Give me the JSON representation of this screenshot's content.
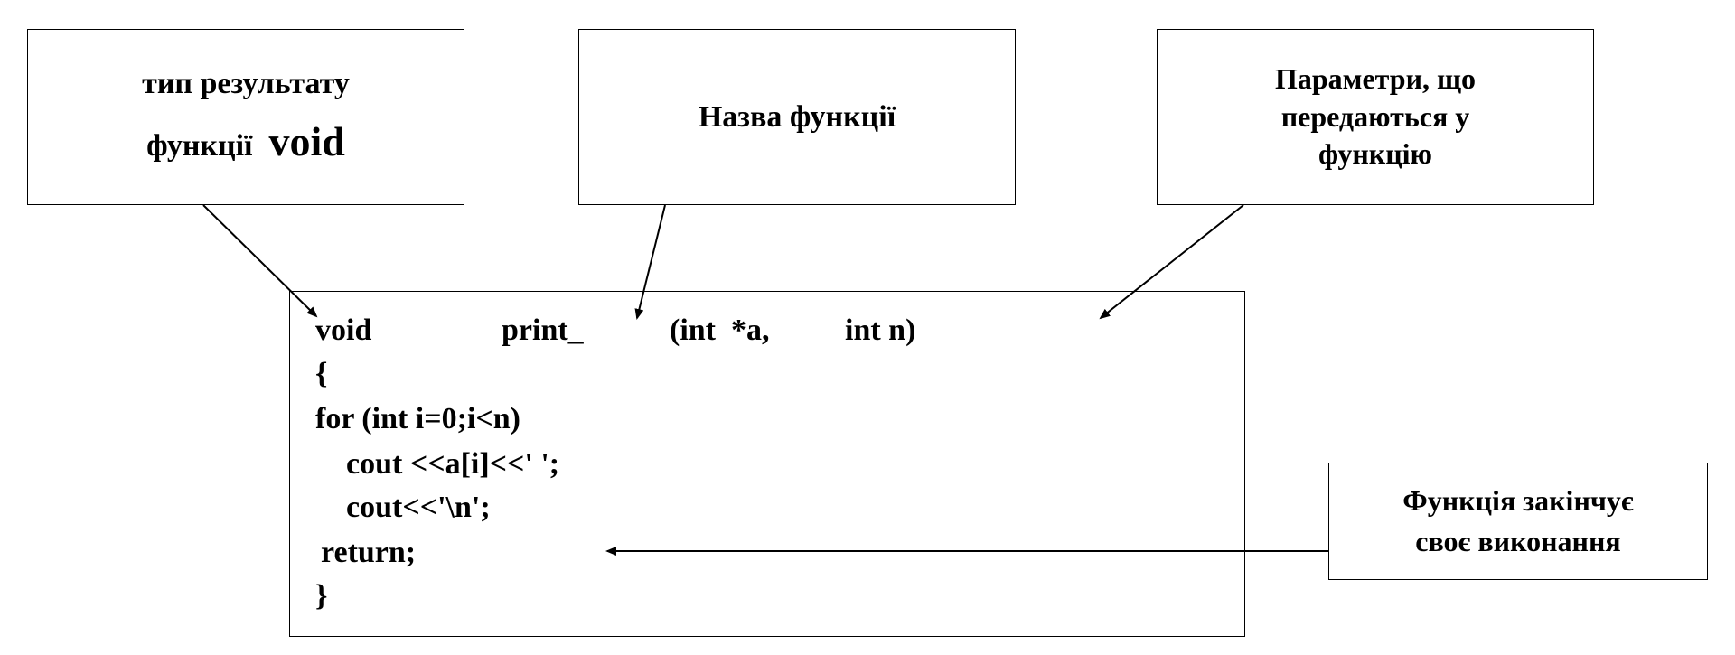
{
  "boxes": {
    "return_type": {
      "line1": "тип результату",
      "line2_prefix": "функції",
      "line2_keyword": "void"
    },
    "function_name": {
      "label": "Назва функції"
    },
    "parameters": {
      "line1": "Параметри, що",
      "line2": "передаються у",
      "line3": "функцію"
    },
    "return_note": {
      "line1": "Функція закінчує",
      "line2": "своє виконання"
    }
  },
  "code": {
    "decl_type": "void",
    "decl_name": "print_",
    "decl_param1": "(int  *a,",
    "decl_param2": "int n)",
    "open_brace": "{",
    "for_line": "for (int i=0;i<n)",
    "cout1": "cout <<a[i]<<' ';",
    "cout2": "cout<<'\\n';",
    "return_line": "return;",
    "close_brace": "}"
  },
  "colors": {
    "stroke": "#000000",
    "background": "#ffffff"
  }
}
